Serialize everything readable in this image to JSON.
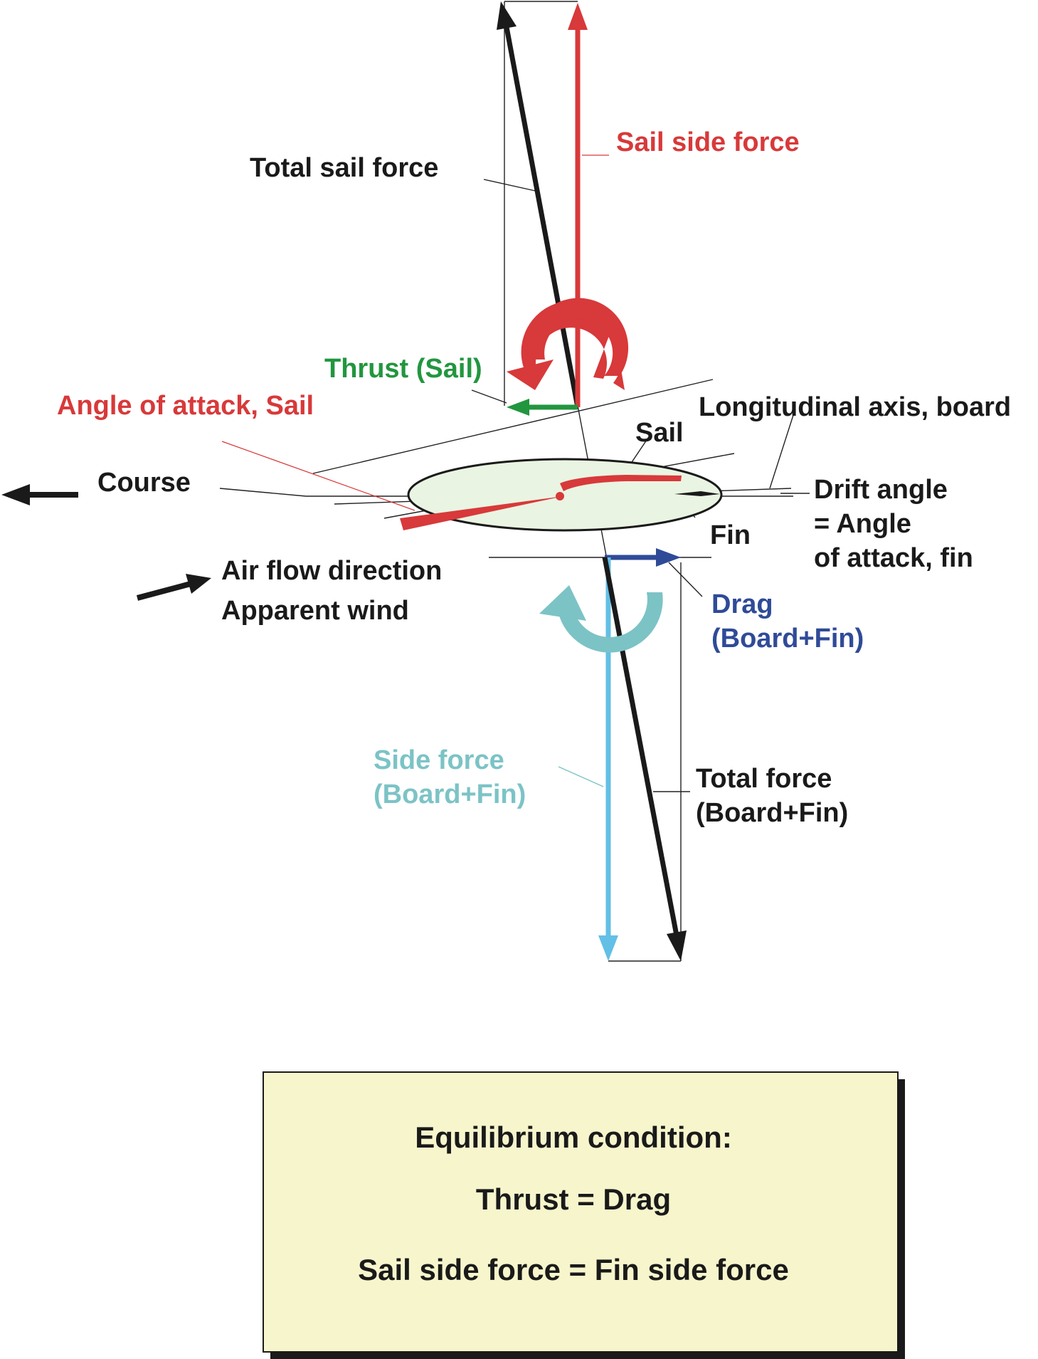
{
  "labels": {
    "total_sail_force": "Total sail force",
    "sail_side_force": "Sail side force",
    "thrust_sail": "Thrust (Sail)",
    "angle_of_attack_sail": "Angle of attack, Sail",
    "longitudinal_axis": "Longitudinal axis, board",
    "sail": "Sail",
    "course": "Course",
    "drift_angle_line1": "Drift angle",
    "drift_angle_line2": "= Angle",
    "drift_angle_line3": "of attack, fin",
    "fin": "Fin",
    "air_flow_line1": "Air flow direction",
    "air_flow_line2": "Apparent wind",
    "drag_line1": "Drag",
    "drag_line2": "(Board+Fin)",
    "side_force_line1": "Side force",
    "side_force_line2": "(Board+Fin)",
    "total_force_line1": "Total force",
    "total_force_line2": "(Board+Fin)"
  },
  "equilibrium": {
    "title": "Equilibrium condition:",
    "line1": "Thrust = Drag",
    "line2": "Sail side force = Fin side force"
  },
  "colors": {
    "black": "#1a1a1a",
    "red": "#d8393a",
    "green": "#22963f",
    "blue": "#2f4b98",
    "cyan_text": "#7cc3c6",
    "cyan_arrow": "#63bfe6",
    "board_fill": "#eaf4e2",
    "box_fill": "#f7f5cc"
  }
}
